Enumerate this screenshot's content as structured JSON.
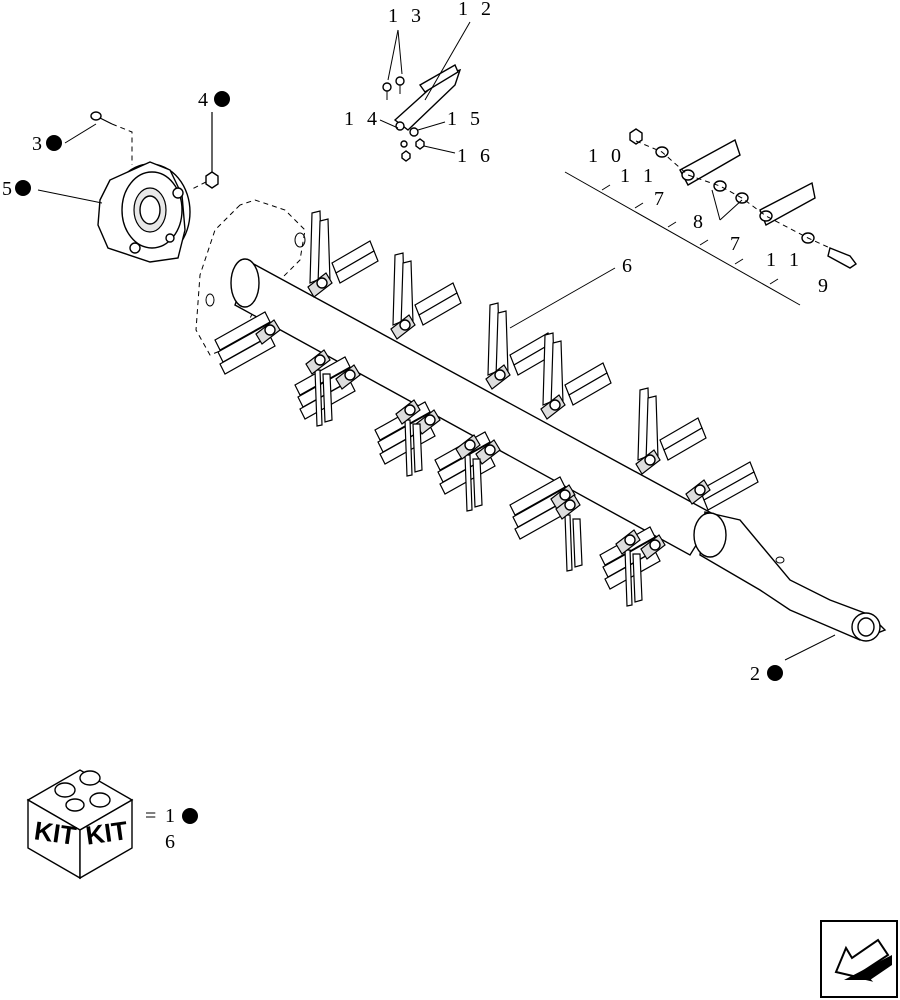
{
  "diagram": {
    "callouts": {
      "c1": "1",
      "c2": "2",
      "c3": "3",
      "c4": "4",
      "c5": "5",
      "c6": "6",
      "c7a": "7",
      "c7b": "7",
      "c8": "8",
      "c9": "9",
      "c10": "1 0",
      "c11a": "1 1",
      "c11b": "1 1",
      "c12": "1 2",
      "c13": "1 3",
      "c14": "1 4",
      "c15": "1 5",
      "c16": "1 6"
    },
    "kit": {
      "label_left": "KIT",
      "label_right": "KIT",
      "equals": "=",
      "item_kit_number": "1",
      "item_six": "6"
    },
    "nav": {
      "icon": "back-arrow-icon"
    }
  }
}
